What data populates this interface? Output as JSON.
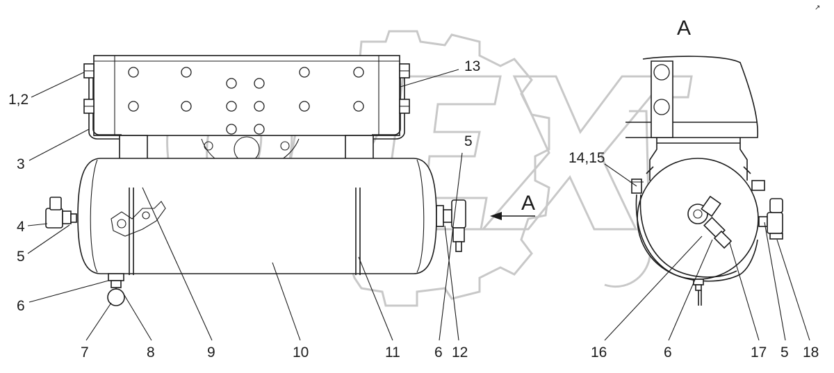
{
  "watermark": "OPEX",
  "view_label": "A",
  "arrow_label": "A",
  "corner_mark": "↗",
  "callouts": [
    "1,2",
    "3",
    "4",
    "5",
    "6",
    "7",
    "8",
    "9",
    "10",
    "11",
    "6",
    "12",
    "13",
    "5",
    "14,15",
    "16",
    "6",
    "17",
    "5",
    "18"
  ],
  "colors": {
    "line": "#1a1a1a",
    "watermark": "#c8c8c8",
    "background": "#ffffff"
  }
}
